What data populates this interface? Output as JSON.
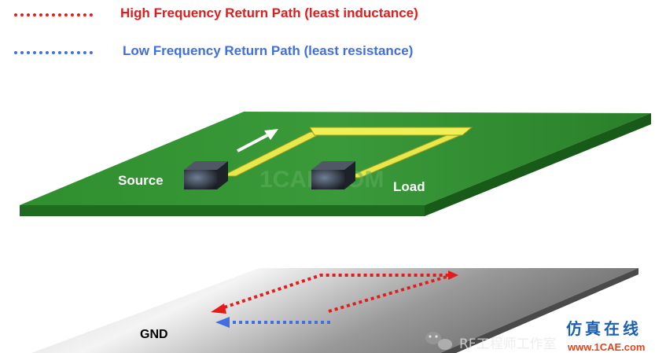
{
  "legend": {
    "high_frequency": {
      "text": "High Frequency  Return Path  (least  inductance)",
      "color": "#e31b1b"
    },
    "low_frequency": {
      "text": "Low Frequency  Return Path  (least resistance)",
      "color": "#3f6fe0"
    }
  },
  "board": {
    "source_label": "Source",
    "load_label": "Load",
    "pcb_color": "#2e8b2e",
    "trace_color": "#e8e84a"
  },
  "ground": {
    "label": "GND"
  },
  "watermark": {
    "center_text": "1CAE.COM",
    "wechat_text": "RF工程师工作室",
    "site_cn": "仿真在线",
    "site_url": "www.1CAE.com"
  }
}
